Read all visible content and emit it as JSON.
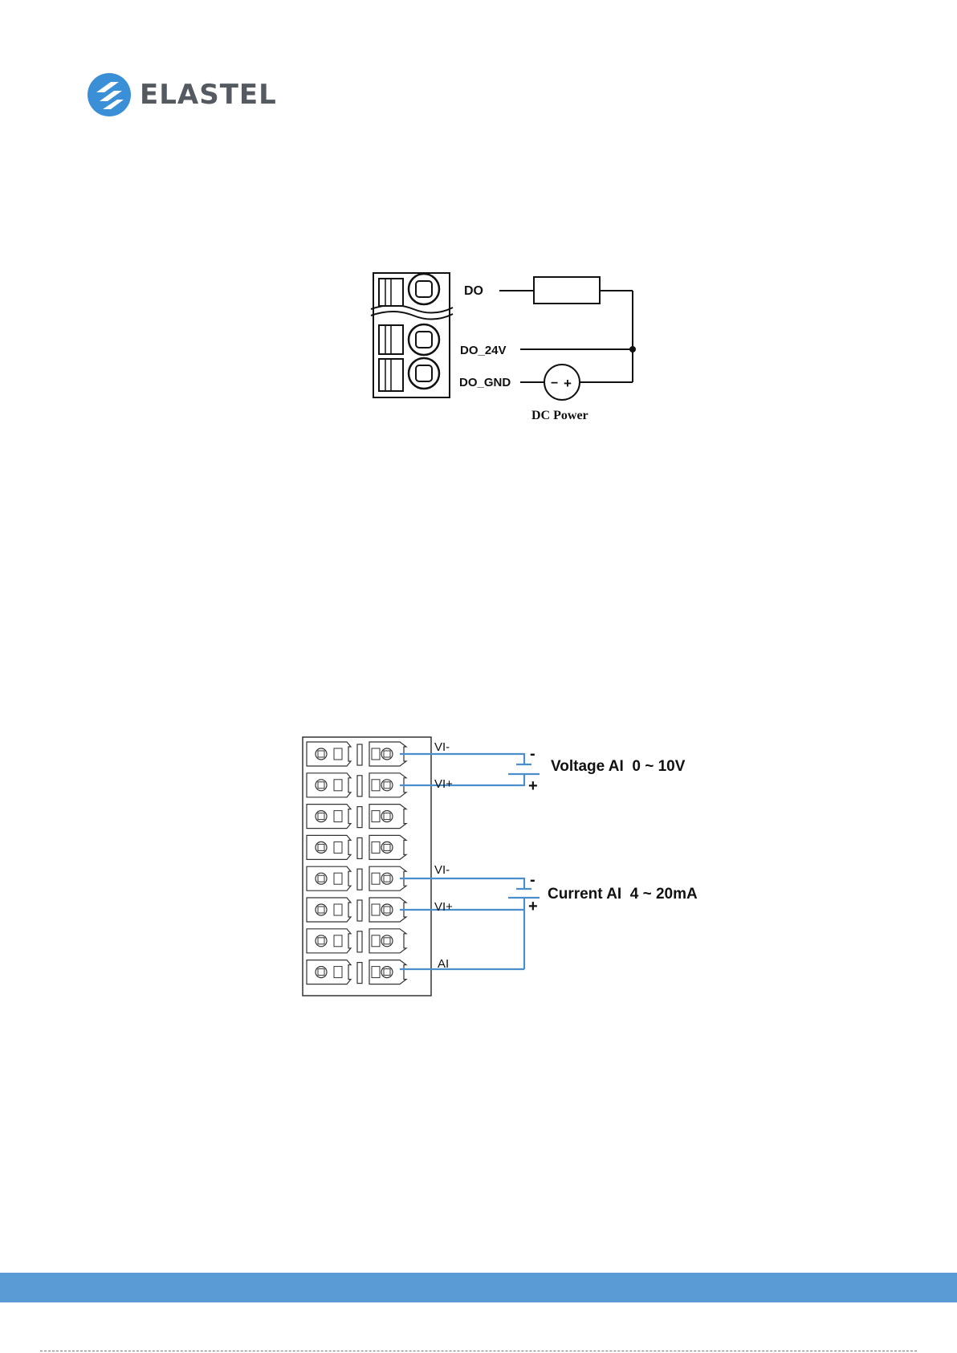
{
  "header": {
    "logo_text": "ELASTEL",
    "logo_icon": "elastel-logo-icon",
    "brand_color": "#3a8fd6"
  },
  "figure1": {
    "do_label": "DO",
    "do24_label": "DO_24V",
    "dognd_label": "DO_GND",
    "power_label": "DC Power",
    "minus_sign": "−",
    "plus_sign": "+"
  },
  "figure2": {
    "terminal_rows": 8,
    "vi_minus_1": "VI-",
    "vi_plus_1": "VI+",
    "vi_minus_2": "VI-",
    "vi_plus_2": "VI+",
    "ai_label": "AI",
    "minus_1": "-",
    "plus_1": "+",
    "minus_2": "-",
    "plus_2": "+",
    "voltage_label": "Voltage AI  0 ~ 10V",
    "current_label": "Current AI  4 ~ 20mA",
    "wire_color": "#4a8fcc"
  },
  "footer": {
    "bar_color": "#5b9bd5"
  }
}
